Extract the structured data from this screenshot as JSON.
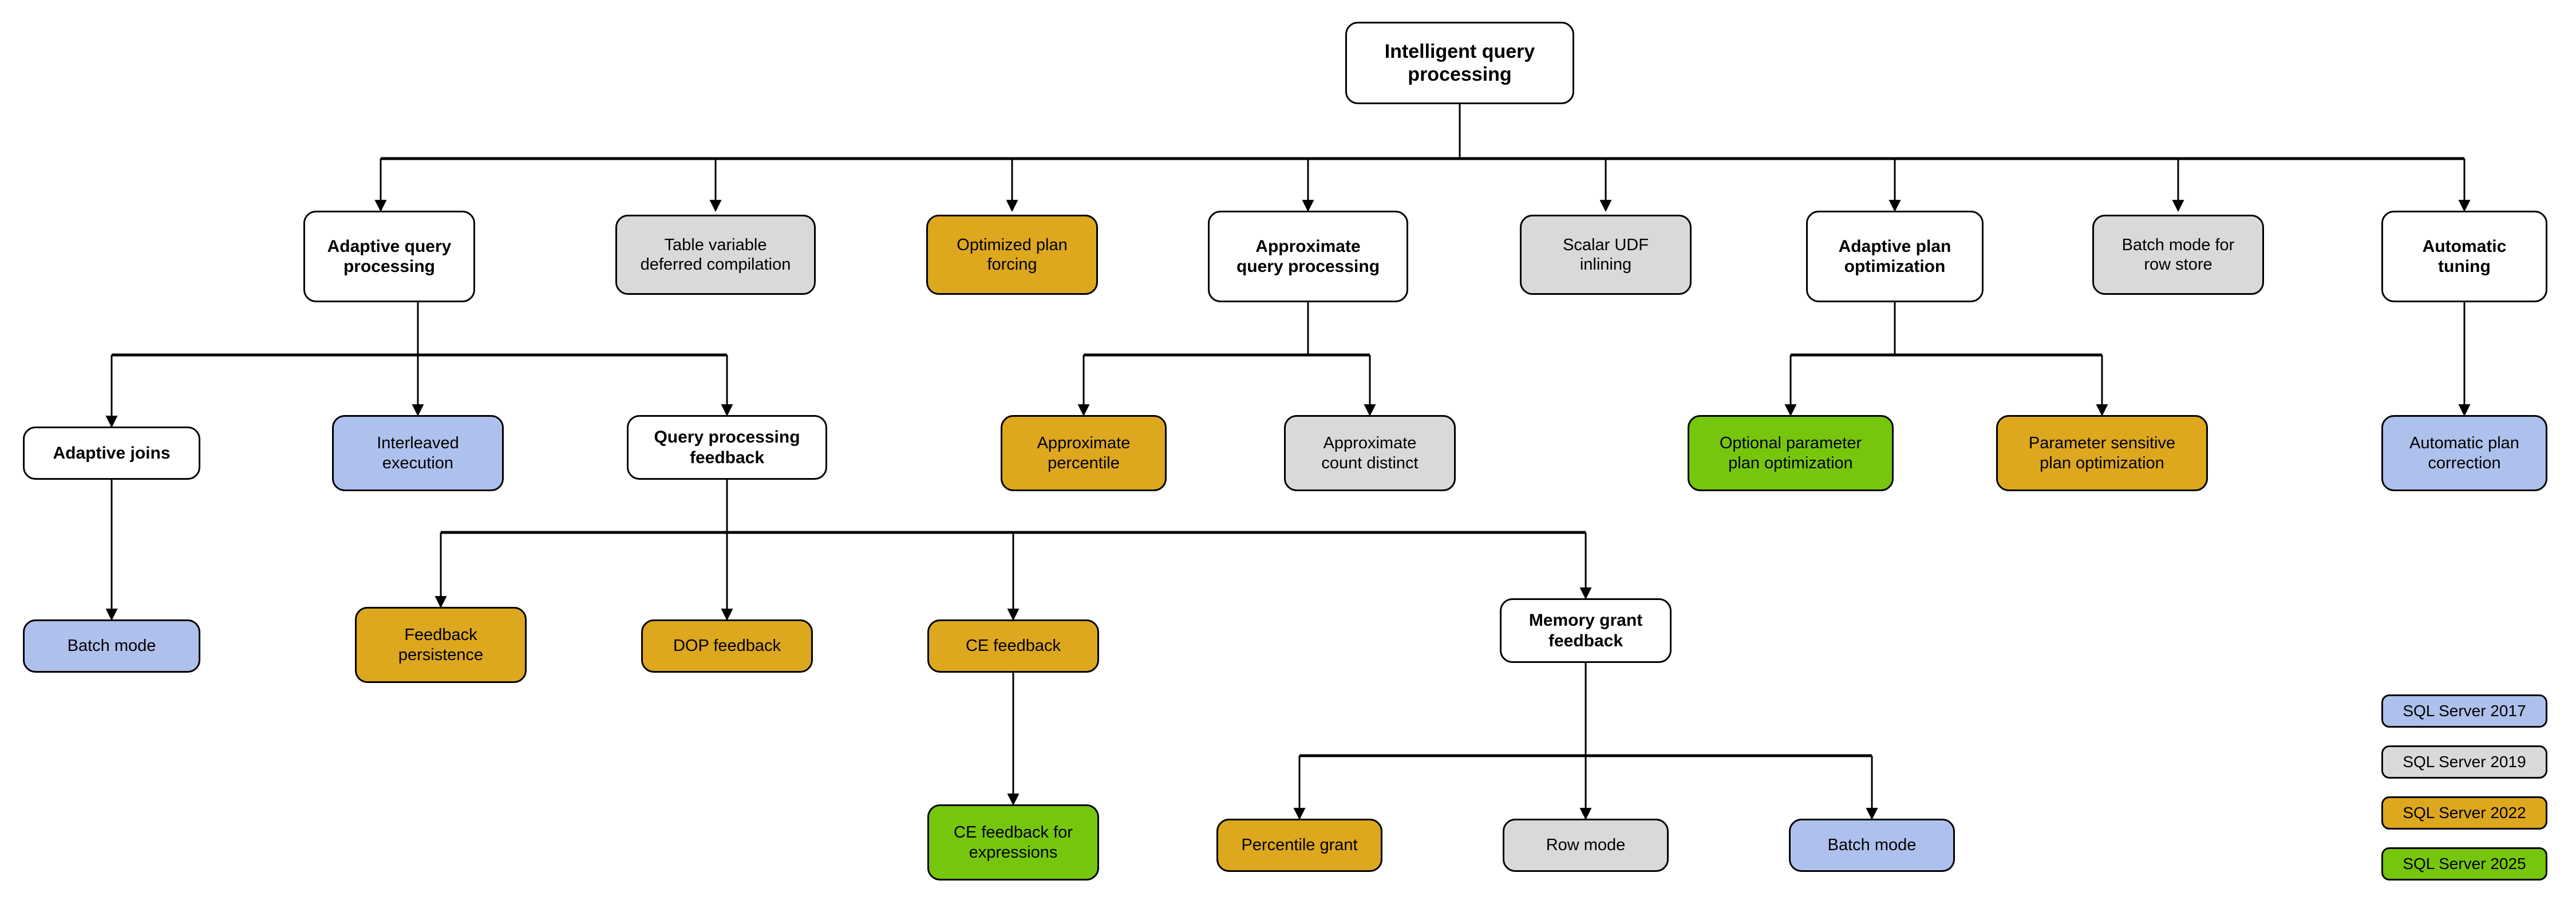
{
  "diagram": {
    "title": "Intelligent query processing",
    "legend": {
      "name": "sql-server-version-legend",
      "items": [
        {
          "label": "SQL Server 2017",
          "color": "#aec0ec",
          "key": "blue"
        },
        {
          "label": "SQL Server 2019",
          "color": "#d9d9d9",
          "key": "gray"
        },
        {
          "label": "SQL Server 2022",
          "color": "#dda71e",
          "key": "amber"
        },
        {
          "label": "SQL Server 2025",
          "color": "#76c60e",
          "key": "green"
        }
      ]
    },
    "nodes": {
      "root": "Intelligent query processing",
      "adaptive_query_processing": "Adaptive query\nprocessing",
      "table_variable_deferred_compilation": "Table variable\ndeferred compilation",
      "optimized_plan_forcing": "Optimized plan\nforcing",
      "approximate_query_processing": "Approximate\nquery processing",
      "scalar_udf_inlining": "Scalar UDF\ninlining",
      "adaptive_plan_optimization": "Adaptive plan\noptimization",
      "batch_mode_for_row_store": "Batch mode for\nrow store",
      "automatic_tuning": "Automatic\ntuning",
      "adaptive_joins": "Adaptive joins",
      "interleaved_execution": "Interleaved\nexecution",
      "query_processing_feedback": "Query processing\nfeedback",
      "approximate_percentile": "Approximate\npercentile",
      "approximate_count_distinct": "Approximate\ncount distinct",
      "optional_parameter_plan_optimization": "Optional parameter\nplan optimization",
      "parameter_sensitive_plan_optimization": "Parameter sensitive\nplan optimization",
      "automatic_plan_correction": "Automatic plan\ncorrection",
      "batch_mode_adaptive_joins": "Batch mode",
      "feedback_persistence": "Feedback\npersistence",
      "dop_feedback": "DOP feedback",
      "ce_feedback": "CE feedback",
      "memory_grant_feedback": "Memory grant\nfeedback",
      "ce_feedback_for_expressions": "CE feedback for\nexpressions",
      "percentile_grant": "Percentile grant",
      "row_mode": "Row mode",
      "batch_mode_memory_grant": "Batch mode"
    }
  }
}
